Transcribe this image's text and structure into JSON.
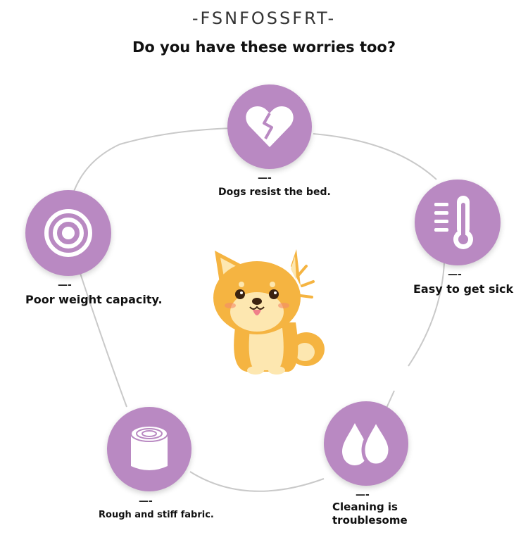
{
  "header": {
    "brand": "-FSNFOSSFRT-",
    "headline": "Do you have these worries too?"
  },
  "colors": {
    "badge": "#b989c2",
    "ring": "#c9c9c9",
    "dog_body": "#f5b441",
    "dog_belly": "#fde7b0"
  },
  "worries": [
    {
      "icon": "broken-heart-icon",
      "dash": "—-",
      "label": "Dogs resist the bed."
    },
    {
      "icon": "thermometer-icon",
      "dash": "—-",
      "label": "Easy to get sick"
    },
    {
      "icon": "water-drops-icon",
      "dash": "—-",
      "label_line1": "Cleaning is",
      "label_line2": "troublesome"
    },
    {
      "icon": "fabric-roll-icon",
      "dash": "—-",
      "label": "Rough and stiff fabric."
    },
    {
      "icon": "target-rings-icon",
      "dash": "—-",
      "label": "Poor weight capacity."
    }
  ]
}
